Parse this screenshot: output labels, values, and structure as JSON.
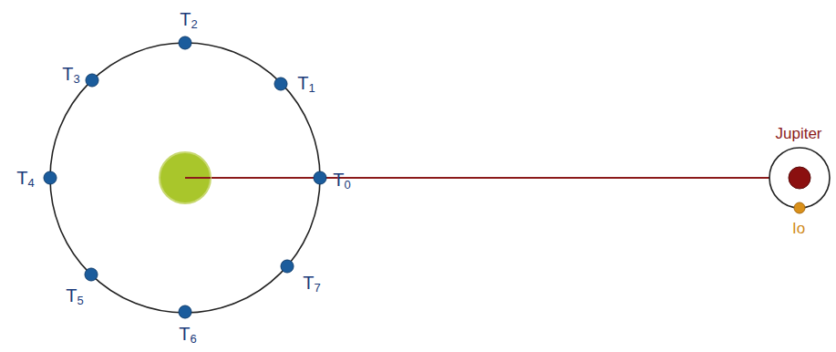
{
  "diagram": {
    "labels": [
      "T2",
      "T3",
      "T1",
      "T4",
      "T0",
      "T5",
      "T7",
      "T6",
      "Jupiter",
      "Io"
    ]
  }
}
